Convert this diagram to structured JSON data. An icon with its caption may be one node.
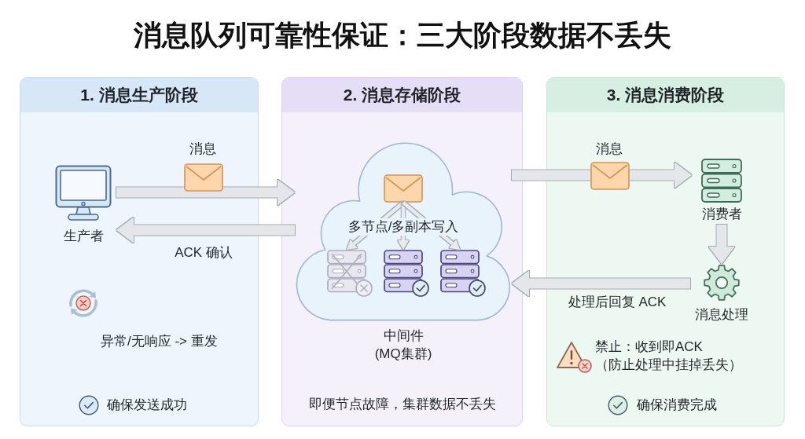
{
  "diagram": {
    "title": "消息队列可靠性保证：三大阶段数据不丢失",
    "nodes": [
      {
        "text": [
          "1. 消息生产阶段"
        ]
      },
      {
        "text": [
          "生产者"
        ],
        "in": 0
      },
      {
        "text": [
          "2. 消息存储阶段"
        ]
      },
      {
        "text": [
          "多节点/多副本写入"
        ],
        "beside": [
          "中间件",
          "(MQ集群)"
        ],
        "in": 2
      },
      {
        "text": [],
        "shape": "envelope",
        "in": 3
      },
      {
        "text": [],
        "shape": "server",
        "in": 3
      },
      {
        "text": [],
        "shape": "server",
        "in": 3
      },
      {
        "text": [],
        "shape": "server",
        "in": 3
      },
      {
        "text": [
          "3. 消息消费阶段"
        ]
      },
      {
        "text": [
          "消费者"
        ],
        "in": 8
      },
      {
        "text": [
          "消息处理"
        ],
        "in": 8
      }
    ],
    "edges": [
      {
        "from": 1,
        "to": 3,
        "arrow": "to",
        "label": "消息"
      },
      {
        "from": 3,
        "to": 1,
        "arrow": "to",
        "label": "ACK 确认"
      },
      {
        "from": 4,
        "to": 5,
        "arrow": "to"
      },
      {
        "from": 4,
        "to": 6,
        "arrow": "to"
      },
      {
        "from": 4,
        "to": 7,
        "arrow": "to"
      },
      {
        "from": 3,
        "to": 9,
        "arrow": "to",
        "label": "消息"
      },
      {
        "from": 9,
        "to": 10,
        "arrow": "to"
      },
      {
        "from": 10,
        "to": 3,
        "arrow": "to",
        "label": "处理后回复 ACK"
      }
    ],
    "labels": [
      "异常/无响应 -> 重发",
      "确保发送成功",
      "即便节点故障，集群数据不丢失",
      "禁止：收到即ACK",
      "（防止处理中挂掉丢失）",
      "确保消费完成"
    ]
  }
}
